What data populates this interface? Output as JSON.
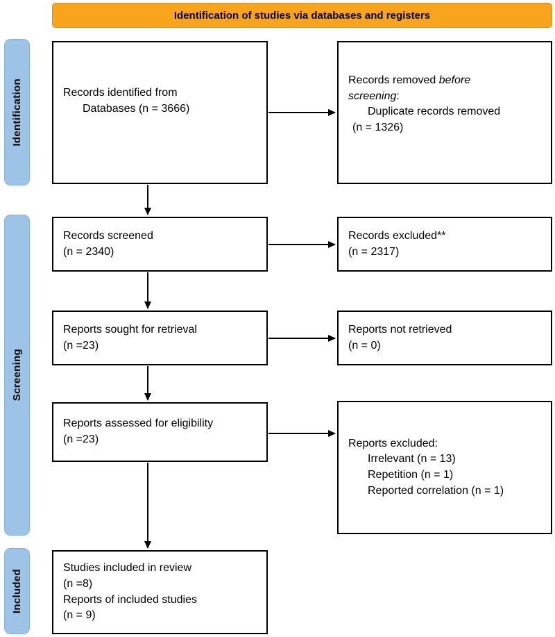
{
  "header": {
    "title": "Identification of studies via databases and registers"
  },
  "colors": {
    "header_bg": "#F8A51B",
    "header_border": "#DA920E",
    "stage_bg": "#9DC3E6",
    "stage_border": "#86B2D8",
    "box_border": "#000000",
    "arrow": "#000000"
  },
  "stages": {
    "identification": "Identification",
    "screening": "Screening",
    "included": "Included"
  },
  "boxes": {
    "records_identified": {
      "line1": "Records identified from",
      "line2": "Databases (n = 3666)"
    },
    "records_removed": {
      "line1_text": "Records removed ",
      "line1_italic": "before",
      "line2_italic": "screening",
      "line2_text": ":",
      "line3": "Duplicate records removed",
      "line4": "(n = 1326)"
    },
    "records_screened": {
      "line1": "Records screened",
      "line2": "(n = 2340)"
    },
    "records_excluded": {
      "line1": "Records excluded**",
      "line2": "(n = 2317)"
    },
    "reports_sought": {
      "line1": "Reports sought for retrieval",
      "line2": "(n =23)"
    },
    "reports_not_retrieved": {
      "line1": "Reports not retrieved",
      "line2": "(n = 0)"
    },
    "reports_assessed": {
      "line1": "Reports assessed for eligibility",
      "line2": "(n =23)"
    },
    "reports_excluded": {
      "line1": "Reports excluded:",
      "line2": "Irrelevant (n = 13)",
      "line3": "Repetition (n = 1)",
      "line4": "Reported correlation (n = 1)"
    },
    "studies_included": {
      "line1": "Studies included in review",
      "line2": "(n =8)",
      "line3": "Reports of included studies",
      "line4": "(n = 9)"
    }
  }
}
